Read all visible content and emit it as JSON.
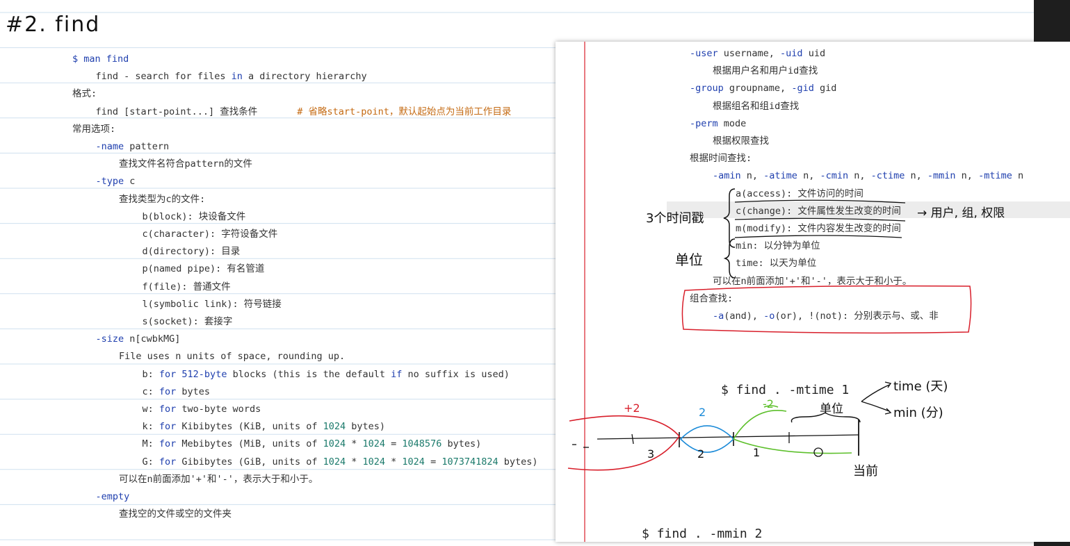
{
  "heading": "#2. find",
  "left": {
    "lines": [
      {
        "indent": 0,
        "parts": [
          [
            "$ man find",
            "kw"
          ]
        ]
      },
      {
        "indent": 1,
        "parts": [
          [
            "find - search ",
            ""
          ],
          [
            "for",
            ""
          ],
          [
            " files ",
            ""
          ],
          [
            "in",
            "kw"
          ],
          [
            " a directory hierarchy",
            ""
          ]
        ]
      },
      {
        "indent": 0,
        "parts": [
          [
            "格式:",
            ""
          ]
        ]
      },
      {
        "indent": 1,
        "parts": [
          [
            "find [start-point...] 查找条件       ",
            ""
          ],
          [
            "# 省略start-point，默认起始点为当前工作目录",
            "cm"
          ]
        ]
      },
      {
        "indent": 0,
        "parts": [
          [
            "常用选项:",
            ""
          ]
        ]
      },
      {
        "indent": 1,
        "parts": [
          [
            "-name",
            "kw"
          ],
          [
            " pattern",
            ""
          ]
        ]
      },
      {
        "indent": 2,
        "parts": [
          [
            "查找文件名符合pattern的文件",
            ""
          ]
        ]
      },
      {
        "indent": 1,
        "parts": [
          [
            "-type",
            "kw"
          ],
          [
            " c",
            ""
          ]
        ]
      },
      {
        "indent": 2,
        "parts": [
          [
            "查找类型为c的文件:",
            ""
          ]
        ]
      },
      {
        "indent": 3,
        "parts": [
          [
            "b(block): 块设备文件",
            ""
          ]
        ]
      },
      {
        "indent": 3,
        "parts": [
          [
            "c(character): 字符设备文件",
            ""
          ]
        ]
      },
      {
        "indent": 3,
        "parts": [
          [
            "d(directory): 目录",
            ""
          ]
        ]
      },
      {
        "indent": 3,
        "parts": [
          [
            "p(named pipe): 有名管道",
            ""
          ]
        ]
      },
      {
        "indent": 3,
        "parts": [
          [
            "f(file): 普通文件",
            ""
          ]
        ]
      },
      {
        "indent": 3,
        "parts": [
          [
            "l(symbolic link): 符号链接",
            ""
          ]
        ]
      },
      {
        "indent": 3,
        "parts": [
          [
            "s(socket): 套接字",
            ""
          ]
        ]
      },
      {
        "indent": 1,
        "parts": [
          [
            "-size",
            "kw"
          ],
          [
            " n[cwbkMG]",
            ""
          ]
        ]
      },
      {
        "indent": 2,
        "parts": [
          [
            "File uses n units of space, rounding up.",
            ""
          ]
        ]
      },
      {
        "indent": 3,
        "parts": [
          [
            "b: ",
            ""
          ],
          [
            "for",
            "kw"
          ],
          [
            " ",
            ""
          ],
          [
            "512-byte",
            "kw"
          ],
          [
            " blocks (this is the default ",
            ""
          ],
          [
            "if",
            "kw"
          ],
          [
            " no suffix is used)",
            ""
          ]
        ]
      },
      {
        "indent": 3,
        "parts": [
          [
            "c: ",
            ""
          ],
          [
            "for",
            "kw"
          ],
          [
            " bytes",
            ""
          ]
        ]
      },
      {
        "indent": 3,
        "parts": [
          [
            "w: ",
            ""
          ],
          [
            "for",
            "kw"
          ],
          [
            " two-byte words",
            ""
          ]
        ]
      },
      {
        "indent": 3,
        "parts": [
          [
            "k: ",
            ""
          ],
          [
            "for",
            "kw"
          ],
          [
            " Kibibytes (KiB, units of ",
            ""
          ],
          [
            "1024",
            "nm"
          ],
          [
            " bytes)",
            ""
          ]
        ]
      },
      {
        "indent": 3,
        "parts": [
          [
            "M: ",
            ""
          ],
          [
            "for",
            "kw"
          ],
          [
            " Mebibytes (MiB, units of ",
            ""
          ],
          [
            "1024",
            "nm"
          ],
          [
            " * ",
            ""
          ],
          [
            "1024",
            "nm"
          ],
          [
            " = ",
            ""
          ],
          [
            "1048576",
            "nm"
          ],
          [
            " bytes)",
            ""
          ]
        ]
      },
      {
        "indent": 3,
        "parts": [
          [
            "G: ",
            ""
          ],
          [
            "for",
            "kw"
          ],
          [
            " Gibibytes (GiB, units of ",
            ""
          ],
          [
            "1024",
            "nm"
          ],
          [
            " * ",
            ""
          ],
          [
            "1024",
            "nm"
          ],
          [
            " * ",
            ""
          ],
          [
            "1024",
            "nm"
          ],
          [
            " = ",
            ""
          ],
          [
            "1073741824",
            "nm"
          ],
          [
            " bytes)",
            ""
          ]
        ]
      },
      {
        "indent": 2,
        "parts": [
          [
            "可以在n前面添加'+'和'-'，表示大于和小于。",
            ""
          ]
        ]
      },
      {
        "indent": 1,
        "parts": [
          [
            "-empty",
            "kw"
          ]
        ]
      },
      {
        "indent": 2,
        "parts": [
          [
            "查找空的文件或空的文件夹",
            ""
          ]
        ]
      }
    ]
  },
  "right": {
    "lines": [
      {
        "indent": 1,
        "parts": [
          [
            "-user",
            "kw"
          ],
          [
            " username, ",
            ""
          ],
          [
            "-uid",
            "kw"
          ],
          [
            " uid",
            ""
          ]
        ]
      },
      {
        "indent": 2,
        "parts": [
          [
            "根据用户名和用户id查找",
            ""
          ]
        ]
      },
      {
        "indent": 1,
        "parts": [
          [
            "-group",
            "kw"
          ],
          [
            " groupname, ",
            ""
          ],
          [
            "-gid",
            "kw"
          ],
          [
            " gid",
            ""
          ]
        ]
      },
      {
        "indent": 2,
        "parts": [
          [
            "根据组名和组id查找",
            ""
          ]
        ]
      },
      {
        "indent": 1,
        "parts": [
          [
            "-perm",
            "kw"
          ],
          [
            " mode",
            ""
          ]
        ]
      },
      {
        "indent": 2,
        "parts": [
          [
            "根据权限查找",
            ""
          ]
        ]
      },
      {
        "indent": 1,
        "parts": [
          [
            "根据时间查找:",
            ""
          ]
        ]
      },
      {
        "indent": 2,
        "parts": [
          [
            "-amin",
            "kw"
          ],
          [
            " n, ",
            ""
          ],
          [
            "-atime",
            "kw"
          ],
          [
            " n, ",
            ""
          ],
          [
            "-cmin",
            "kw"
          ],
          [
            " n, ",
            ""
          ],
          [
            "-ctime",
            "kw"
          ],
          [
            " n, ",
            ""
          ],
          [
            "-mmin",
            "kw"
          ],
          [
            " n, ",
            ""
          ],
          [
            "-mtime",
            "kw"
          ],
          [
            " n",
            ""
          ]
        ]
      },
      {
        "indent": 3,
        "parts": [
          [
            "a(access): 文件访问的时间",
            ""
          ]
        ]
      },
      {
        "indent": 3,
        "parts": [
          [
            "c(change): 文件属性发生改变的时间",
            ""
          ]
        ]
      },
      {
        "indent": 3,
        "parts": [
          [
            "m(modify): 文件内容发生改变的时间",
            ""
          ]
        ]
      },
      {
        "indent": 3,
        "parts": [
          [
            "min: 以分钟为单位",
            ""
          ]
        ]
      },
      {
        "indent": 3,
        "parts": [
          [
            "time: 以天为单位",
            ""
          ]
        ]
      },
      {
        "indent": 2,
        "parts": [
          [
            "可以在n前面添加'+'和'-'，表示大于和小于。",
            ""
          ]
        ]
      },
      {
        "indent": 1,
        "parts": [
          [
            "组合查找:",
            ""
          ]
        ]
      },
      {
        "indent": 2,
        "parts": [
          [
            "-a",
            "kw"
          ],
          [
            "(and), ",
            ""
          ],
          [
            "-o",
            "kw"
          ],
          [
            "(or), !(not): 分别表示与、或、非",
            ""
          ]
        ]
      }
    ],
    "code1": "$ find . -mtime 1",
    "code2": "$ find . -mmin 2"
  },
  "annotations": {
    "three_timestamps": "3个时间戳",
    "unit": "单位",
    "change_note": "→ 用户, 组, 权限",
    "time_day": "time (天)",
    "min_minute": "min (分)",
    "unit_small": "单位",
    "now": "当前",
    "plus2": "+2",
    "n2": "2",
    "minus2": "-2",
    "n3": "3",
    "n2b": "2",
    "n1": "1",
    "n0": "0"
  },
  "colors": {
    "keyword": "#1f3fae",
    "comment": "#c46a12",
    "number": "#1b7a6b",
    "red_ink": "#d81e2a",
    "blue_ink": "#1a8ad8",
    "green_ink": "#5cbf2a"
  }
}
